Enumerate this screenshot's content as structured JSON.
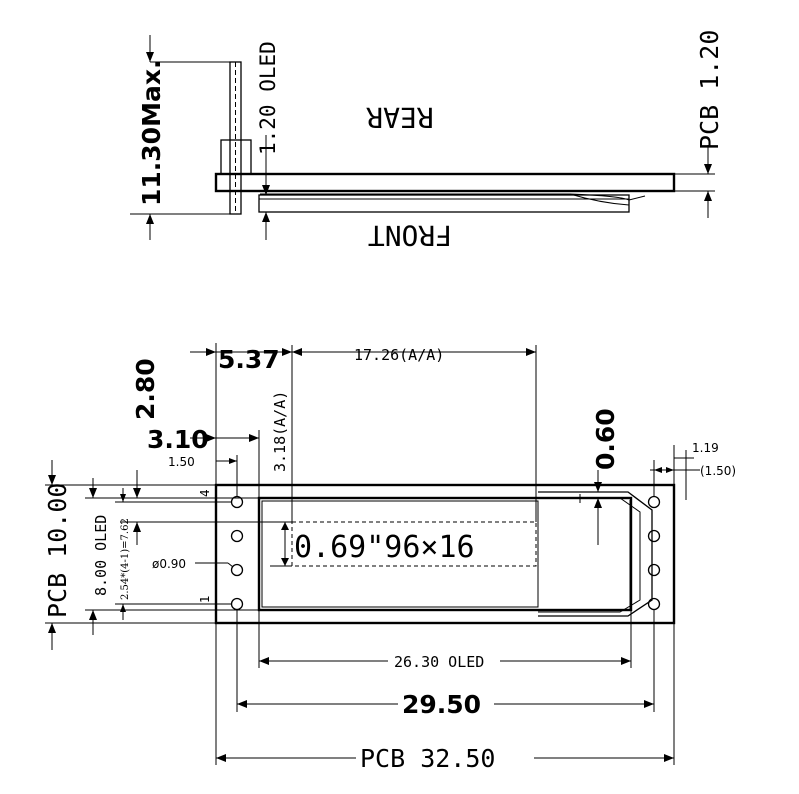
{
  "side_view": {
    "rear_label": "REAR",
    "front_label": "FRONT",
    "height_max": "11.30Max.",
    "oled_thickness": "1.20 OLED",
    "pcb_thickness": "PCB 1.20"
  },
  "top_view": {
    "dim_5_37": "5.37",
    "dim_aa_width": "17.26(A/A)",
    "dim_2_80": "2.80",
    "dim_3_10": "3.10",
    "dim_aa_height": "3.18(A/A)",
    "dim_1_50": "1.50",
    "dim_0_60": "0.60",
    "dim_1_19": "1.19",
    "dim_1_50_paren": "(1.50)",
    "pcb_height": "PCB 10.00",
    "oled_height": "8.00 OLED",
    "pin_pitch": "2.54*(4-1)=7.62",
    "hole_diameter": "ø0.90",
    "pin_4": "4",
    "pin_1": "1",
    "screen_text": "0.69\"96×16",
    "dim_26_30": "26.30 OLED",
    "dim_29_50": "29.50",
    "pcb_width": "PCB 32.50"
  }
}
